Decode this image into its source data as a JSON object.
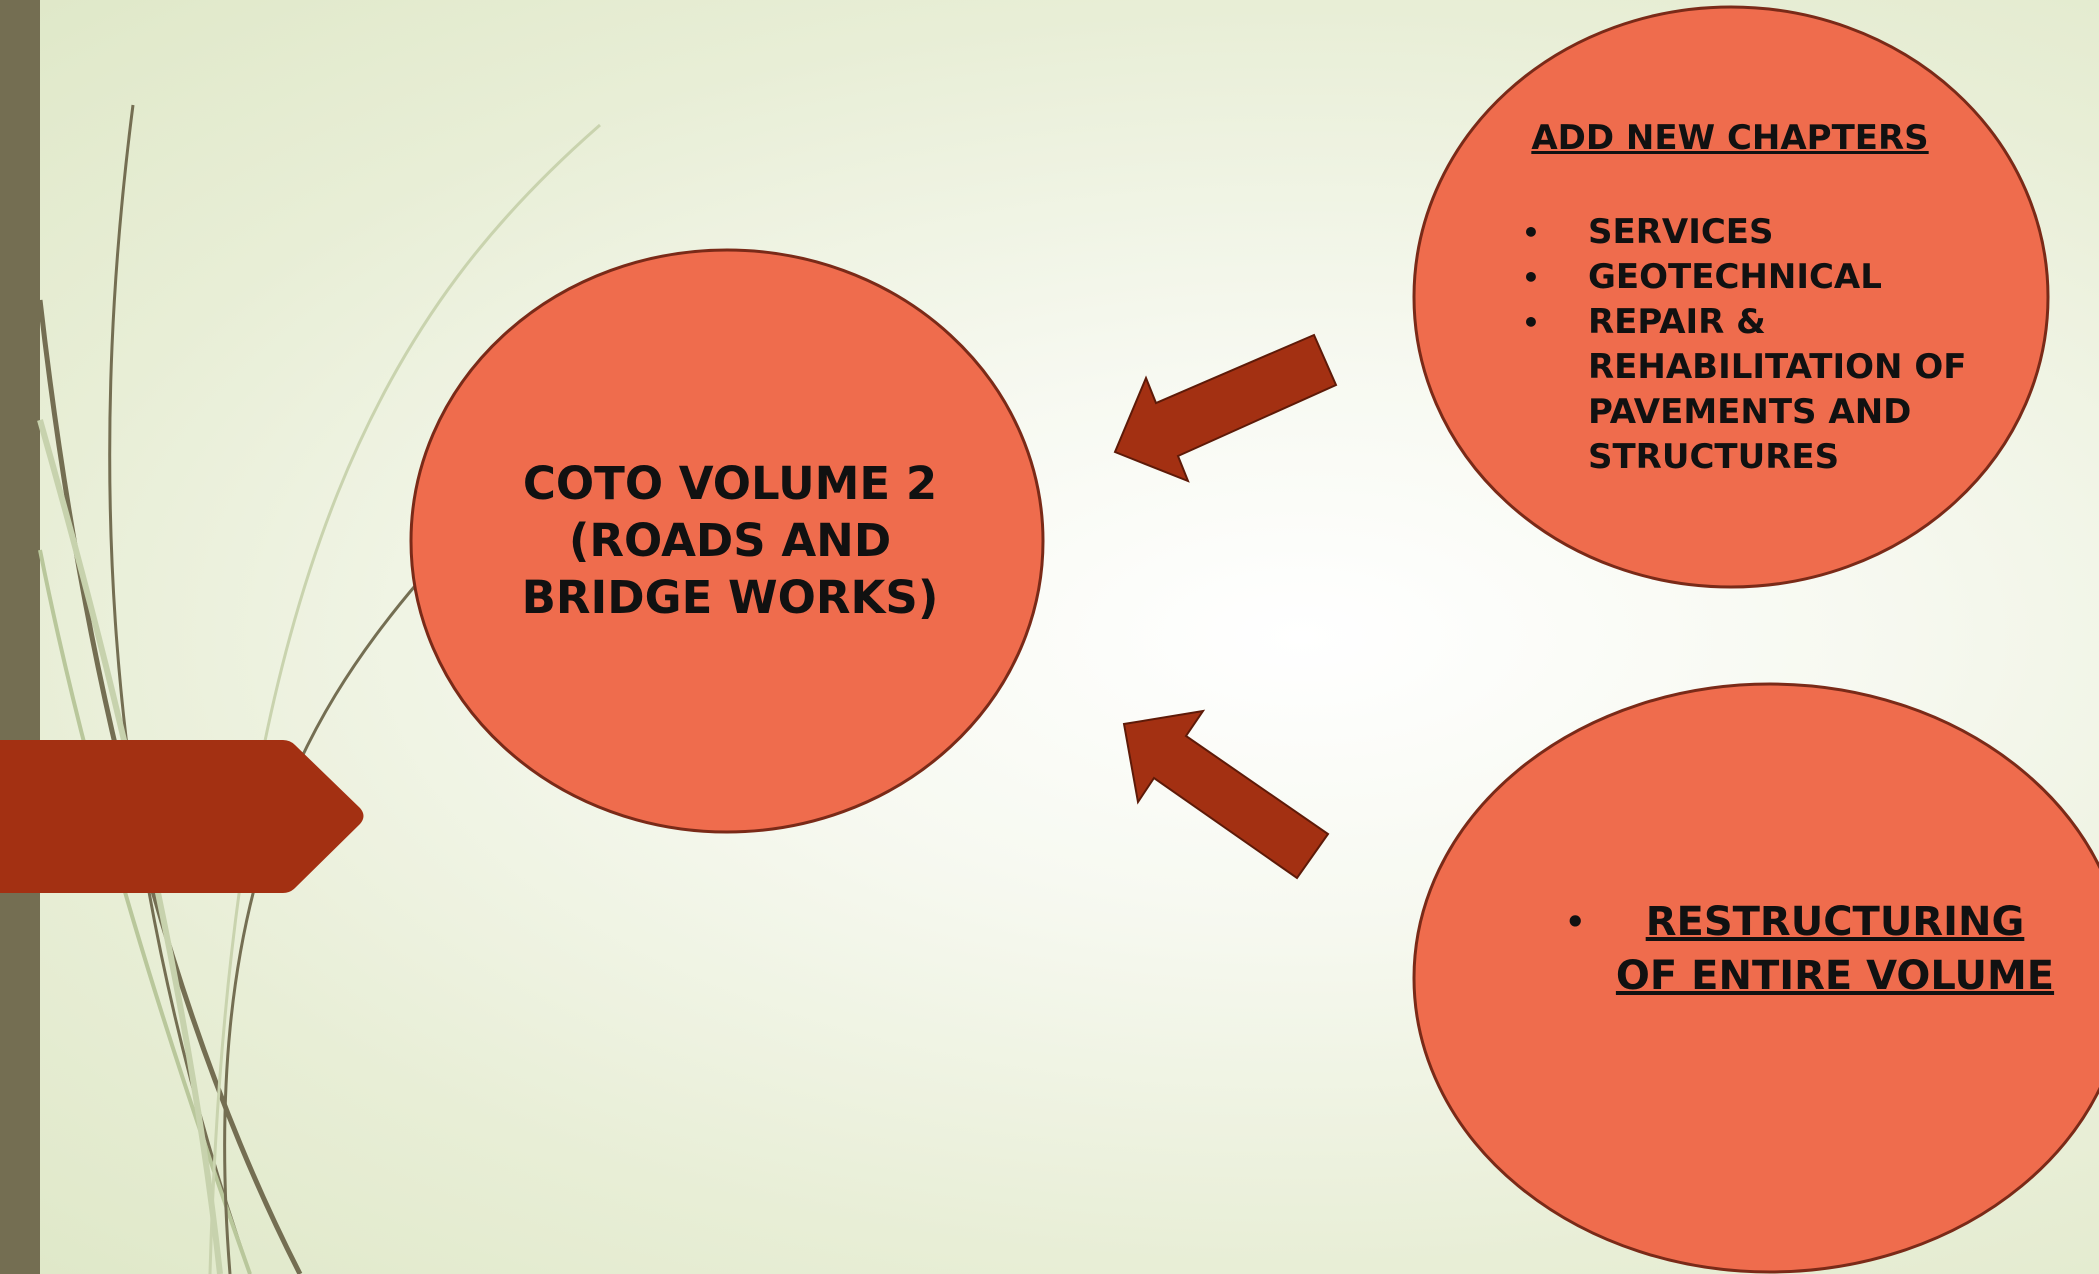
{
  "diagram": {
    "center": {
      "title": "COTO VOLUME 2 (ROADS AND BRIDGE WORKS)"
    },
    "top_right": {
      "heading": "ADD NEW CHAPTERS",
      "items": [
        "SERVICES",
        "GEOTECHNICAL",
        "REPAIR & REHABILITATION OF PAVEMENTS AND STRUCTURES"
      ]
    },
    "bottom_right": {
      "item": "RESTRUCTURING OF ENTIRE VOLUME"
    },
    "bullet_glyph": "•"
  },
  "colors": {
    "circle_fill": "#ef6c4d",
    "circle_stroke": "#7a2a18",
    "arrow_fill": "#a33012",
    "tab_fill": "#a33012",
    "left_bar": "#746e52"
  }
}
